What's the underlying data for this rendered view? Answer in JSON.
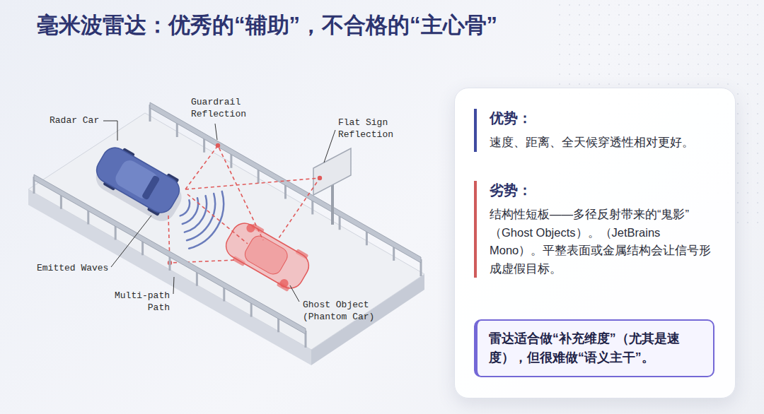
{
  "diagram": {
    "title": "毫米波雷达：优秀的“辅助”，不合格的“主心骨”",
    "nodes": [
      {
        "text": [
          "优势：",
          "速度、距离、全天候穿透性相对更好。"
        ]
      },
      {
        "text": [
          "劣势：",
          "结构性短板——多径反射带来的“鬼影”（Ghost Objects）。（JetBrains Mono）。平整表面或金属结构会让信号形成虚假目标。"
        ]
      },
      {
        "text": [
          "雷达适合做“补充维度”（尤其是速度），但很难做“语义主干”。"
        ]
      }
    ],
    "labels": [
      "Radar Car",
      "Guardrail Reflection",
      "Flat Sign Reflection",
      "Emitted Waves",
      "Multi-path Path",
      "Ghost Object (Phantom Car)"
    ]
  }
}
